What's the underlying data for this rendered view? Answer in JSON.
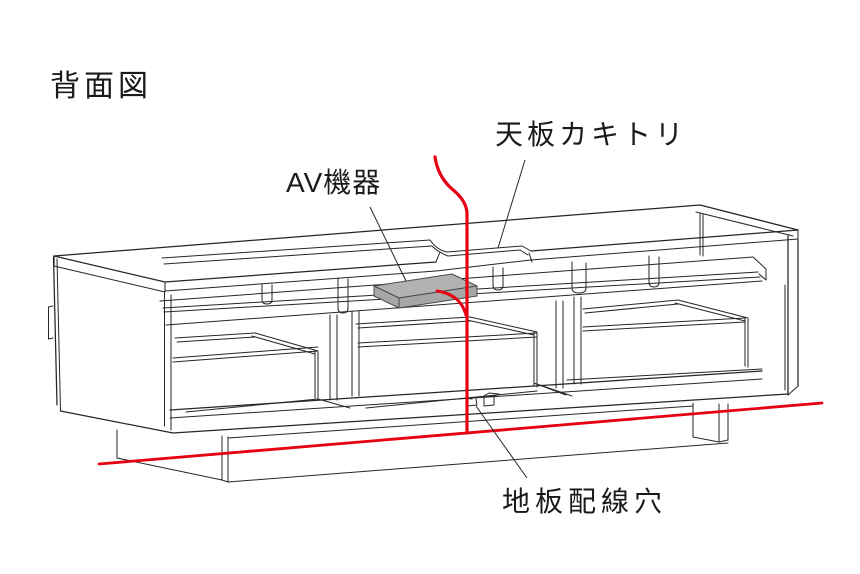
{
  "title": {
    "text": "背面図"
  },
  "annotations": {
    "av_device": {
      "label": "AV機器"
    },
    "top_panel_cutout": {
      "label": "天板カキトリ"
    },
    "bottom_panel_wiring_hole": {
      "label": "地板配線穴"
    }
  },
  "colors": {
    "line": "#262626",
    "cable_red": "#e60012",
    "av_device_fill": "#b2b2b2",
    "av_device_fill_dark": "#a7a7a7",
    "background": "#ffffff"
  }
}
